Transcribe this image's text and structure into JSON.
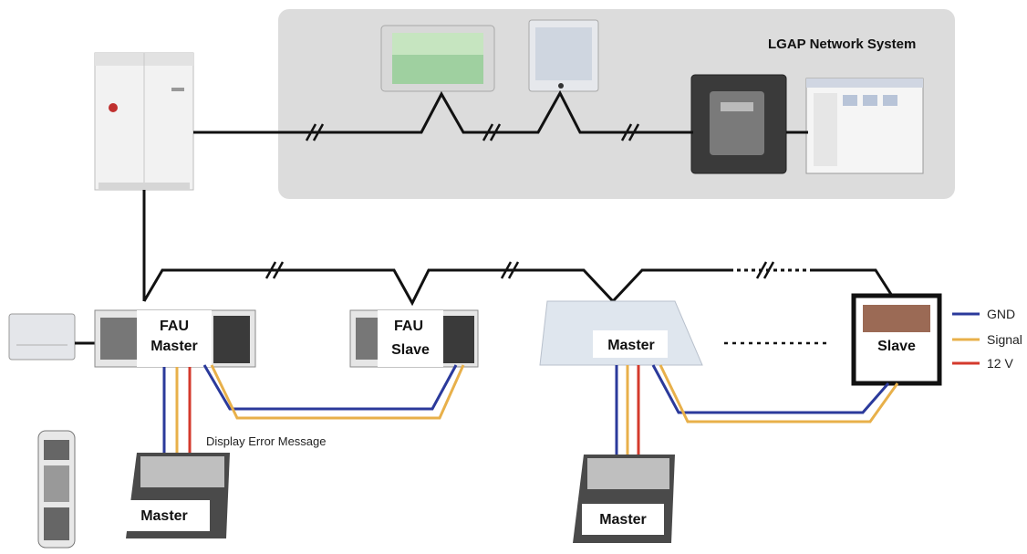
{
  "network": {
    "title": "LGAP Network System"
  },
  "units": {
    "fau_master": {
      "line1": "FAU",
      "line2": "Master"
    },
    "fau_slave": {
      "line1": "FAU",
      "line2": "Slave"
    },
    "cassette_master": {
      "label": "Master"
    },
    "slave_panel": {
      "label": "Slave"
    },
    "controller_left": {
      "label": "Master"
    },
    "controller_right": {
      "label": "Master"
    }
  },
  "annotations": {
    "display_error": "Display Error Message"
  },
  "legend": [
    {
      "label": "GND",
      "color": "#2b3a9b"
    },
    {
      "label": "Signal",
      "color": "#e8b04a"
    },
    {
      "label": "12 V",
      "color": "#d43a2c"
    }
  ],
  "colors": {
    "panel_bg": "#dcdcdc",
    "wire_black": "#111111"
  }
}
